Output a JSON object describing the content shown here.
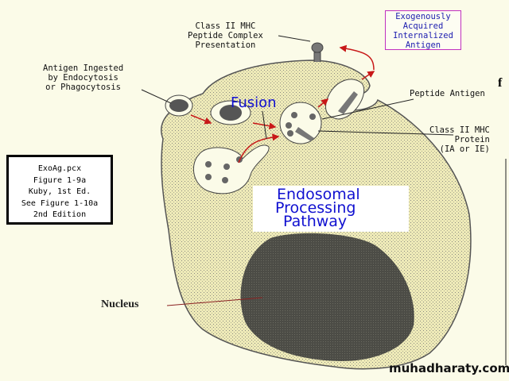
{
  "labels": {
    "mhc_complex": [
      "Class II MHC",
      "Peptide Complex",
      "Presentation"
    ],
    "exogenous": [
      "Exogenously",
      "Acquired",
      "Internalized",
      "Antigen"
    ],
    "antigen_ingested": [
      "Antigen Ingested",
      "by Endocytosis",
      "or Phagocytosis"
    ],
    "fusion": "Fusion",
    "peptide_antigen": "Peptide Antigen",
    "mhc_protein": [
      "Class II MHC",
      "Protein",
      "(IA or IE)"
    ],
    "source_box": [
      "ExoAg.pcx",
      "Figure 1-9a",
      "Kuby, 1st Ed.",
      "See Figure 1-10a",
      "2nd Edition"
    ],
    "pathway": [
      "Endosomal",
      "Processing",
      "Pathway"
    ],
    "nucleus": "Nucleus",
    "watermark": "muhadharaty.com",
    "edge_mark": "f"
  },
  "colors": {
    "cell": "#ebe8b4",
    "nucleus": "#4c4c46",
    "arrow": "#c81818",
    "title_blue": "#1010d0",
    "exo_border": "#c030c0"
  }
}
